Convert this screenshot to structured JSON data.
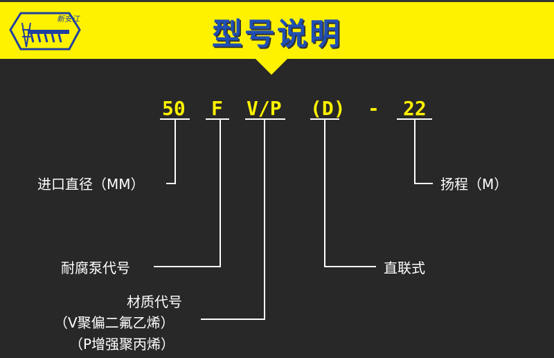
{
  "header": {
    "title": "型号说明",
    "logo_text": "新安江"
  },
  "code": {
    "size": "50",
    "pump_type": "F",
    "material": "V/P",
    "connection": "(D)",
    "dash": "-",
    "head": "22"
  },
  "labels": {
    "inlet": "进口直径（MM）",
    "head": "扬程（M）",
    "pump": "耐腐泵代号",
    "direct": "直联式",
    "material_title": "材质代号",
    "material_v": "（V聚偏二氟乙烯）",
    "material_p": "（P增强聚丙烯）"
  }
}
